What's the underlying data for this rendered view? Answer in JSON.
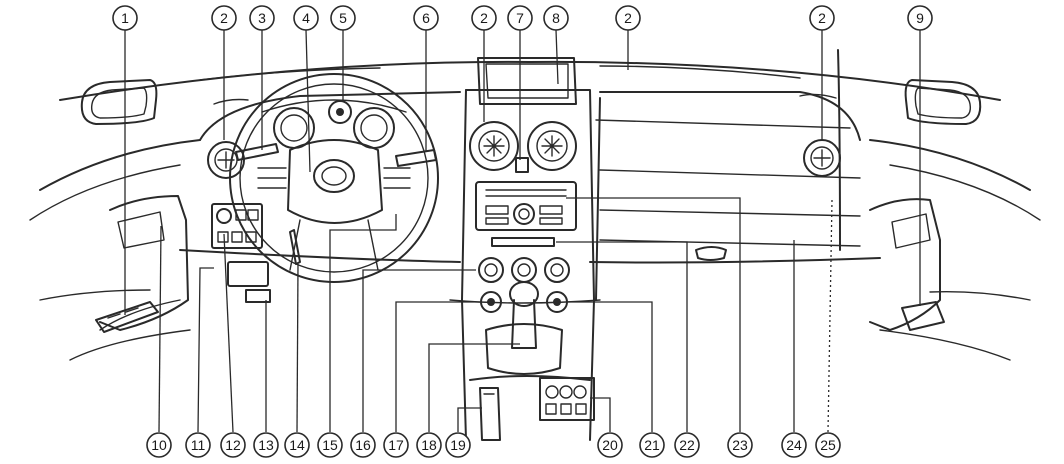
{
  "callouts_top": [
    "1",
    "2",
    "3",
    "4",
    "5",
    "6",
    "2",
    "7",
    "8",
    "2",
    "2",
    "9"
  ],
  "callouts_bottom": [
    "10",
    "11",
    "12",
    "13",
    "14",
    "15",
    "16",
    "17",
    "18",
    "19",
    "20",
    "21",
    "22",
    "23",
    "24",
    "25"
  ]
}
